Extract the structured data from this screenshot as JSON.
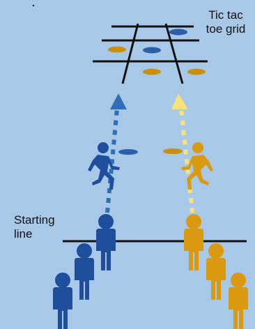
{
  "labels": {
    "grid_label_line1": "Tic tac",
    "grid_label_line2": "toe grid",
    "start_label_line1": "Starting",
    "start_label_line2": "line"
  },
  "colors": {
    "background": "#a8c8e8",
    "blue_team": "#1f4e9c",
    "blue_arrow": "#2e6fb5",
    "blue_disc": "#2d5fa8",
    "orange_team": "#d99a12",
    "orange_disc": "#c9900f",
    "yellow_arrow": "#f7e17a",
    "grid_lines": "#111111"
  },
  "grid": {
    "rows": 3,
    "cols": 3,
    "cells": [
      [
        "",
        "",
        "blue"
      ],
      [
        "orange",
        "blue",
        ""
      ],
      [
        "",
        "orange",
        "orange"
      ]
    ]
  },
  "icons": [
    "tic-tac-toe-grid",
    "blue-arrow-icon",
    "yellow-arrow-icon",
    "blue-player-running-icon",
    "orange-player-running-icon",
    "blue-person-icon",
    "orange-person-icon",
    "disc-icon"
  ]
}
